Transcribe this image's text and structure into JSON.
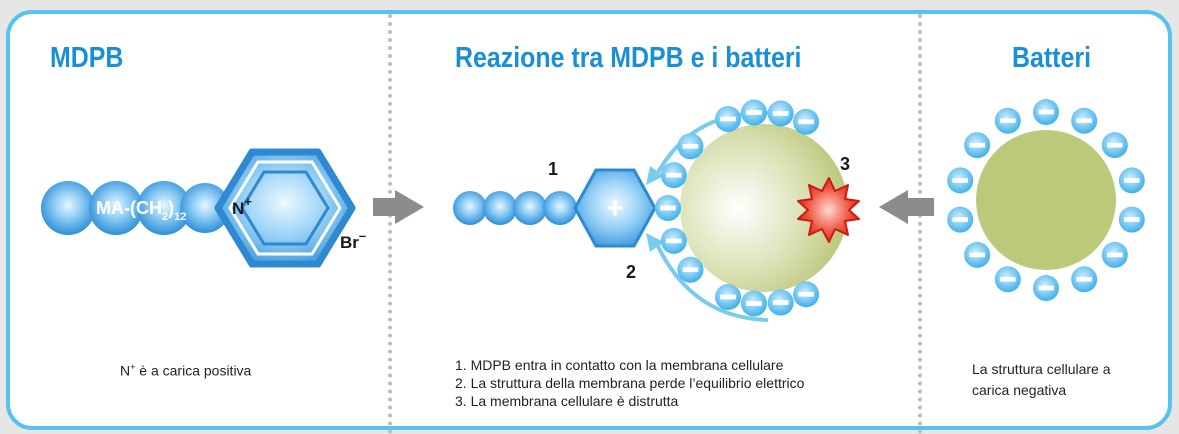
{
  "panels": {
    "left": {
      "title": "MDPB",
      "formula_main": "MA-(CH",
      "formula_sub1": "2",
      "formula_close": ")",
      "formula_sub2": "12",
      "n_label": "N",
      "n_sup": "+",
      "br_label": "Br",
      "br_sup": "–",
      "caption_n": "N",
      "caption_sup": "+",
      "caption_rest": " è a carica positiva"
    },
    "middle": {
      "title": "Reazione tra MDPB e i batteri",
      "marker_1": "1",
      "marker_2": "2",
      "marker_3": "3",
      "plus": "+",
      "captions": [
        "1. MDPB entra in contatto con la membrana cellulare",
        "2. La struttura della membrana perde l’equilibrio elettrico",
        "3. La membrana cellulare è distrutta"
      ]
    },
    "right": {
      "title": "Batteri",
      "captions": [
        "La struttura cellulare a",
        "carica negativa"
      ]
    }
  },
  "colors": {
    "title_blue": "#1a8fd6",
    "frame_blue": "#55c3ee",
    "bead_blue": "#4aa8e8",
    "bacteria_green": "#bcc87a",
    "burst_red": "#e8392c",
    "arrow_gray": "#8c8c8c"
  }
}
